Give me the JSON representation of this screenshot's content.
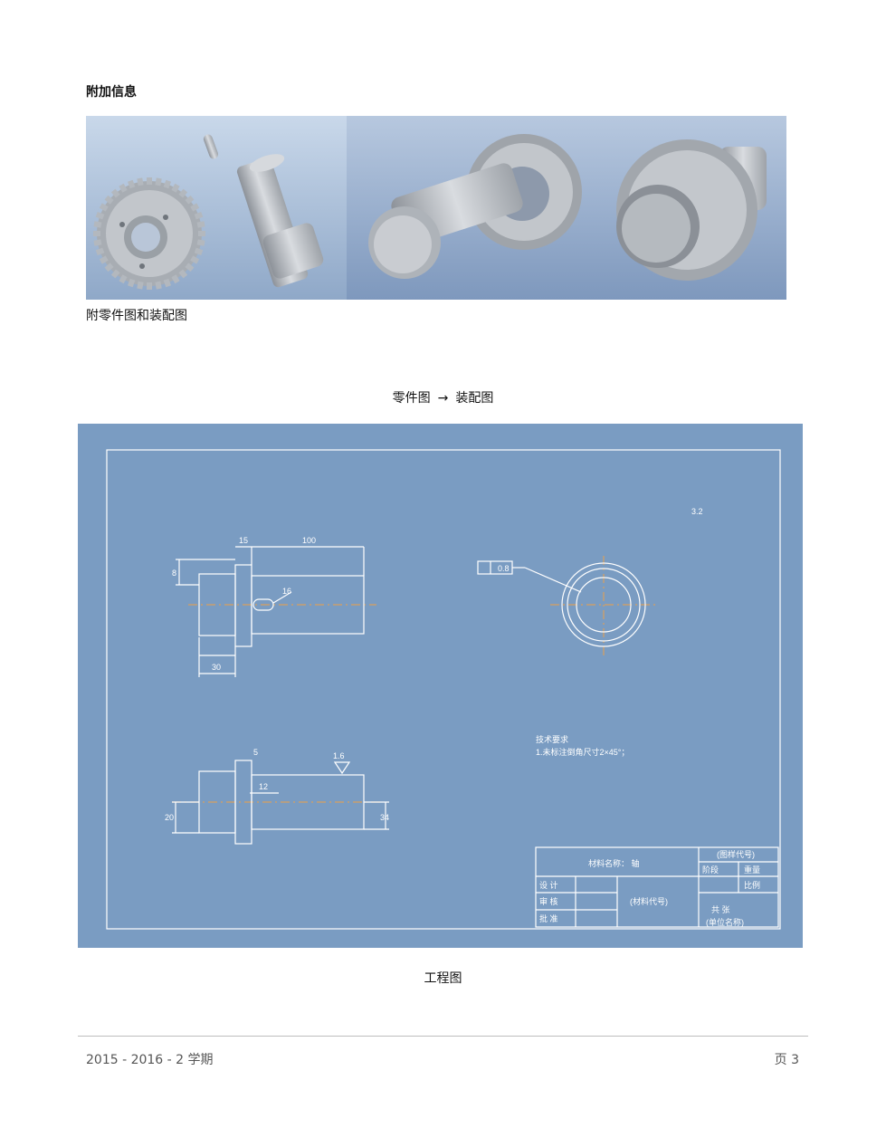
{
  "section": {
    "heading": "附加信息"
  },
  "figures": {
    "assembly_caption": "附零件图和装配图",
    "flow": {
      "from": "零件图",
      "arrow": "→",
      "to": "装配图"
    },
    "drawing_caption": "工程图"
  },
  "drawing_labels": {
    "dim_15": "15",
    "dim_100": "100",
    "dim_30": "30",
    "dim_12": "12",
    "dim_8": "8",
    "dim_5": "5",
    "dim_16": "16",
    "dim_20": "20",
    "dim_34": "34",
    "roughness_main": "3.2",
    "roughness_1_6": "1.6",
    "tolerance_value": "0.8",
    "tech_title": "技术要求",
    "tech_note": "1.未标注倒角尺寸2×45°；",
    "tb_material": "材料名称： 轴",
    "tb_drawing_no": "(图样代号)",
    "tb_stage": "阶段",
    "tb_weight": "重量",
    "tb_scale": "比例",
    "tb_sheet": "共 张",
    "tb_design": "设 计",
    "tb_check": "审 核",
    "tb_approve": "批 准",
    "tb_unit": "(材料代号)",
    "tb_name": "(单位名称)"
  },
  "footer": {
    "term": "2015 - 2016 - 2 学期",
    "page": "页 3"
  },
  "colors": {
    "drawing_bg": "#7a9cc2",
    "line": "#ffffff",
    "center": "#d8a060",
    "gear": "#c4c8cc"
  }
}
